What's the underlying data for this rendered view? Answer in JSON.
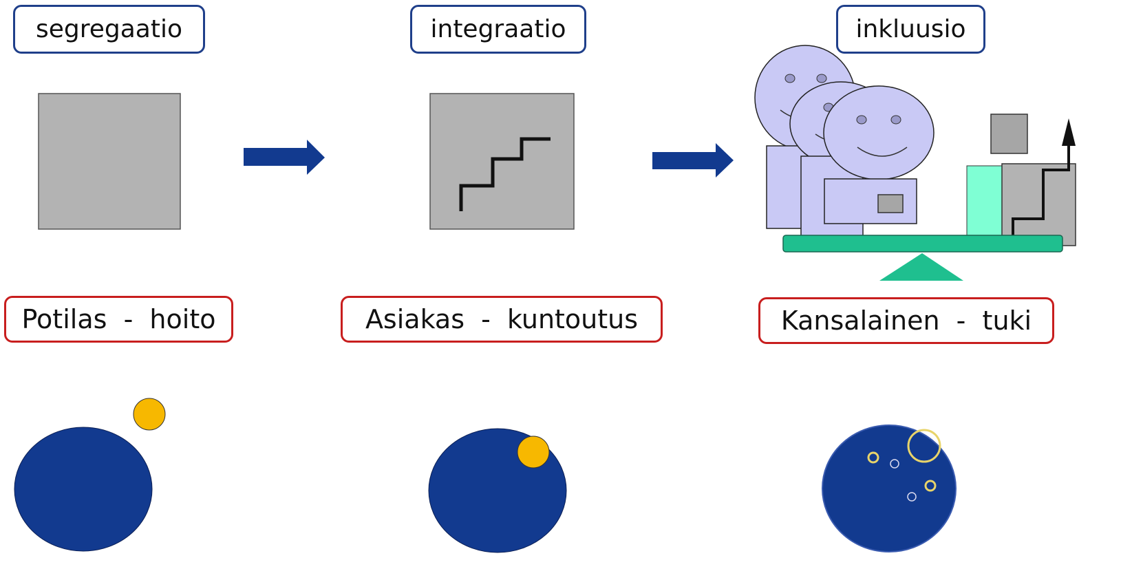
{
  "stages": [
    {
      "id": "segregation",
      "label": "segregaatio"
    },
    {
      "id": "integration",
      "label": "integraatio"
    },
    {
      "id": "inclusion",
      "label": "inkluusio"
    }
  ],
  "roles": [
    {
      "label": "Potilas  -  hoito"
    },
    {
      "label": "Asiakas  -  kuntoutus"
    },
    {
      "label": "Kansalainen  -  tuki"
    }
  ],
  "icons": {
    "arrow": "right-arrow-icon",
    "stairs": "stairs-icon",
    "face": "smiley-face-icon",
    "scale": "balance-scale-icon"
  },
  "colors": {
    "stage_border": "#1f3f8a",
    "role_border": "#c81e1e",
    "arrow": "#123a8f",
    "gray_box": "#b3b3b3",
    "large_circle": "#123a8f",
    "small_circle": "#f7b800",
    "face": "#c9c9f5",
    "scale_beam": "#1fbf8f"
  }
}
